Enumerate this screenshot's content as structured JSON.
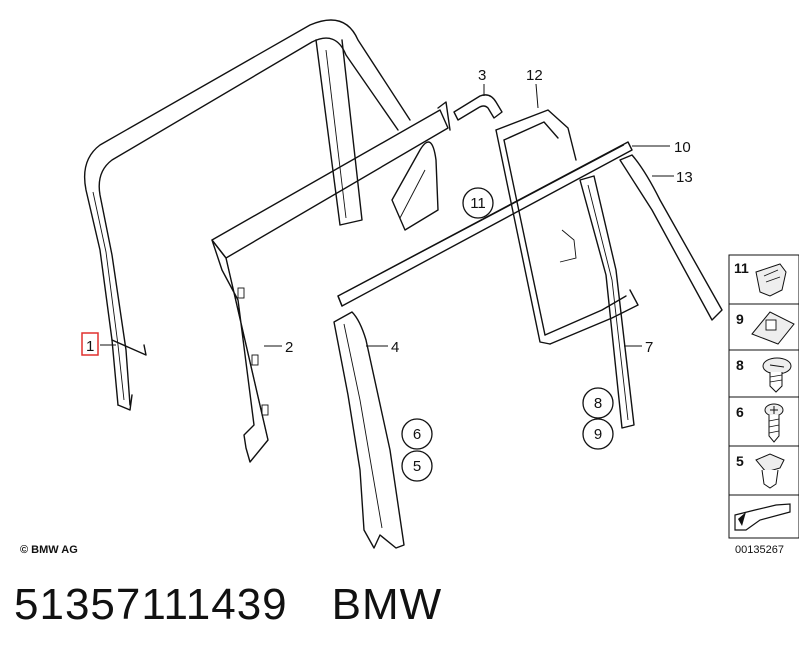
{
  "diagram": {
    "part_labels": {
      "p1": "1",
      "p2": "2",
      "p3": "3",
      "p4": "4",
      "p7": "7",
      "p10": "10",
      "p12": "12",
      "p13": "13"
    },
    "circled_labels": {
      "c11": "11",
      "c6": "6",
      "c5": "5",
      "c8": "8",
      "c9": "9"
    },
    "legend": [
      {
        "num": "11",
        "icon": "clip-icon"
      },
      {
        "num": "9",
        "icon": "bracket-clip-icon"
      },
      {
        "num": "8",
        "icon": "round-screw-icon"
      },
      {
        "num": "6",
        "icon": "cross-screw-icon"
      },
      {
        "num": "5",
        "icon": "expansion-nut-icon"
      }
    ],
    "legend_arrow_icon": "arrow-icon",
    "diagram_code": "00135267",
    "copyright": "© BMW AG",
    "highlight_color": "#e0312f"
  },
  "footer": {
    "part_number": "51357111439",
    "brand": "BMW"
  }
}
